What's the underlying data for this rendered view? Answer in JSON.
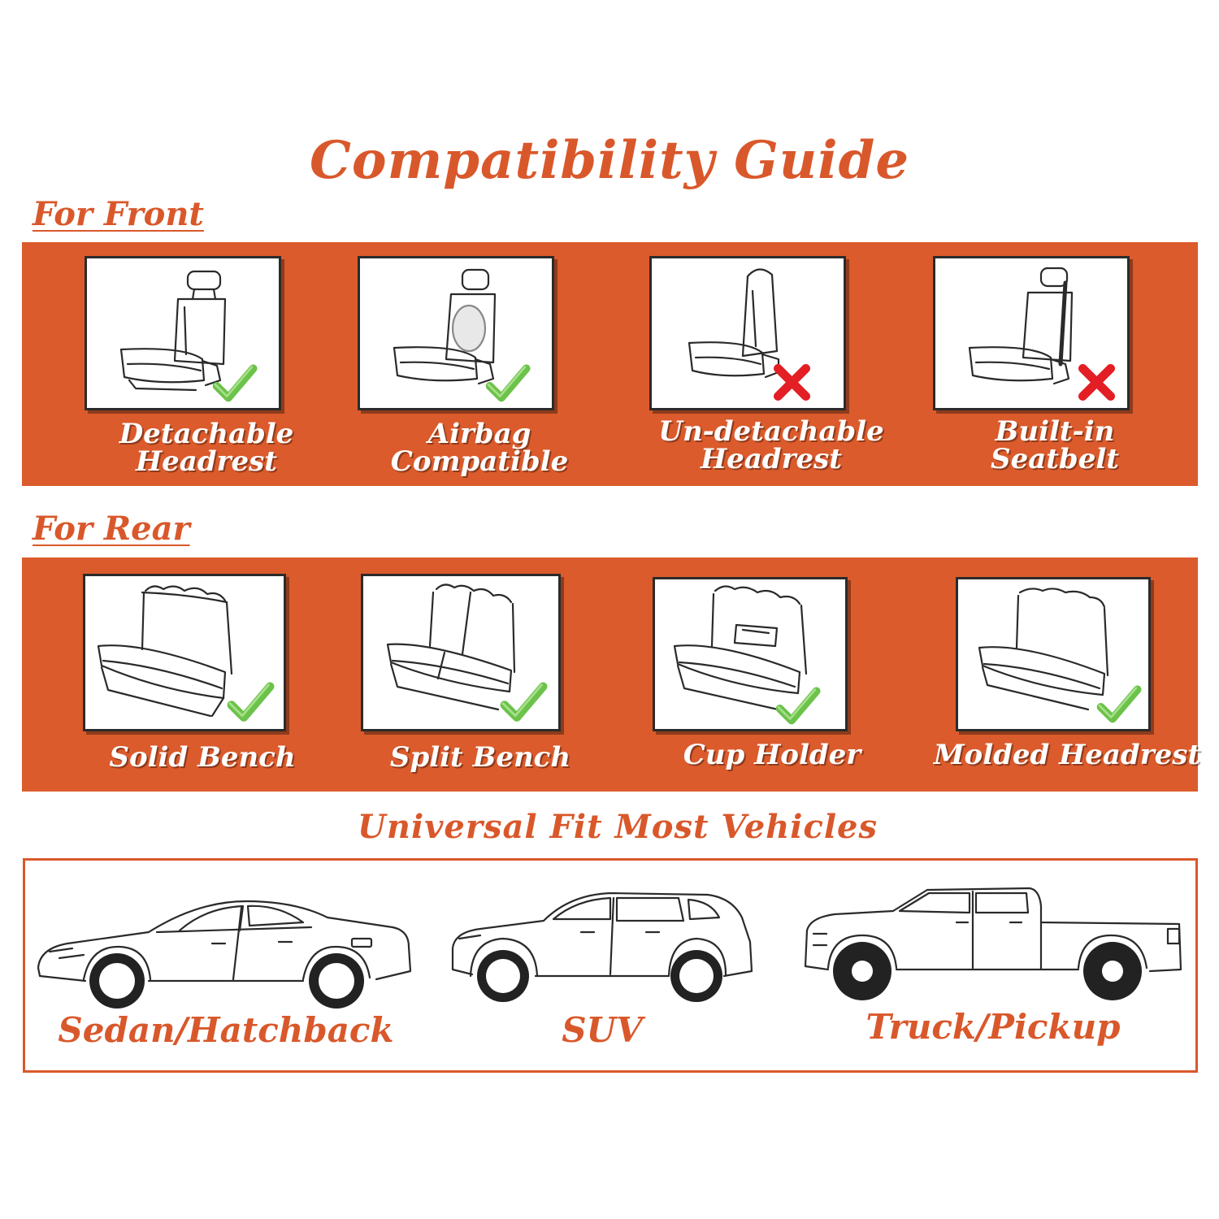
{
  "title": "Compatibility Guide",
  "front": {
    "label": "For Front",
    "items": [
      {
        "caption": "Detachable\nHeadrest",
        "icon": "check-icon",
        "mark_color": "#6cc24a"
      },
      {
        "caption": "Airbag\nCompatible",
        "icon": "check-icon",
        "mark_color": "#6cc24a"
      },
      {
        "caption": "Un-detachable\nHeadrest",
        "icon": "cross-icon",
        "mark_color": "#e31e24"
      },
      {
        "caption": "Built-in\nSeatbelt",
        "icon": "cross-icon",
        "mark_color": "#e31e24"
      }
    ]
  },
  "rear": {
    "label": "For Rear",
    "items": [
      {
        "caption": "Solid Bench",
        "icon": "check-icon",
        "mark_color": "#6cc24a"
      },
      {
        "caption": "Split Bench",
        "icon": "check-icon",
        "mark_color": "#6cc24a"
      },
      {
        "caption": "Cup Holder",
        "icon": "check-icon",
        "mark_color": "#6cc24a"
      },
      {
        "caption": "Molded Headrest",
        "icon": "check-icon",
        "mark_color": "#6cc24a"
      }
    ]
  },
  "vehicles": {
    "heading": "Universal Fit Most Vehicles",
    "items": [
      {
        "label": "Sedan/Hatchback",
        "icon": "sedan-icon"
      },
      {
        "label": "SUV",
        "icon": "suv-icon"
      },
      {
        "label": "Truck/Pickup",
        "icon": "truck-icon"
      }
    ]
  },
  "colors": {
    "accent": "#db5b2c",
    "check": "#6cc24a",
    "cross": "#e31e24"
  }
}
